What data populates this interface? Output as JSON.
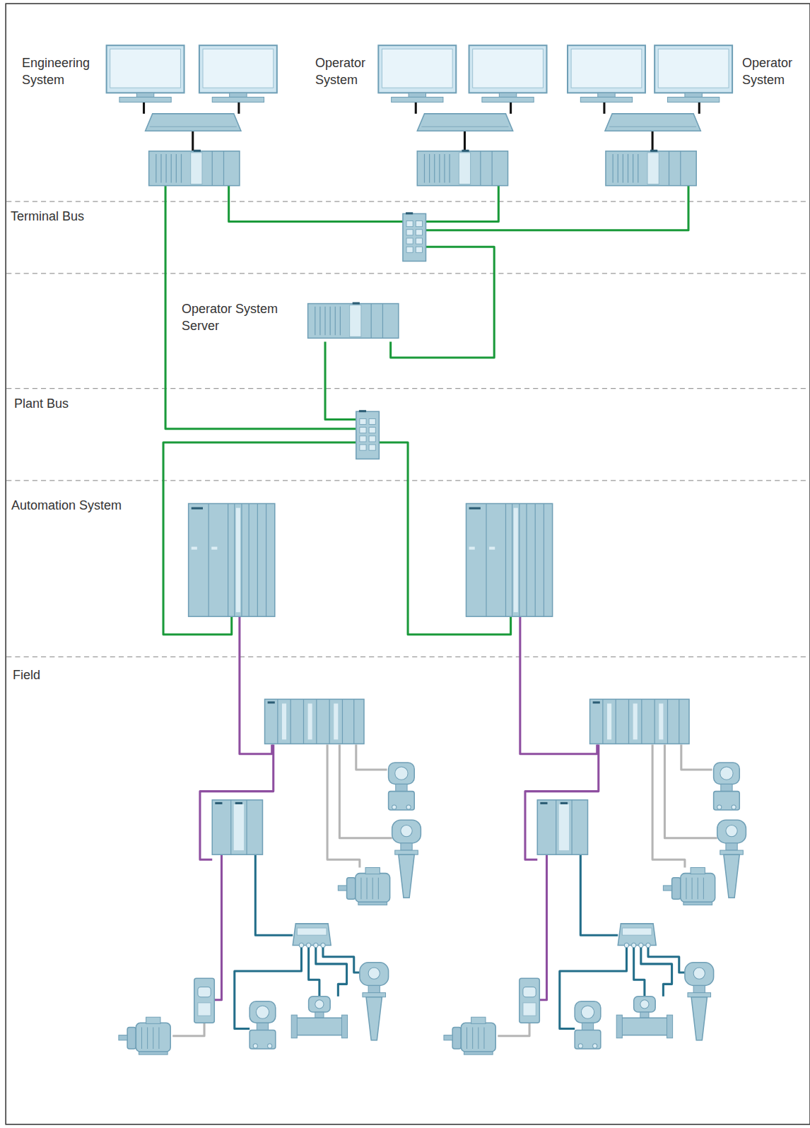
{
  "diagram": {
    "nodes": [
      {
        "text": [
          "Engineering System"
        ]
      },
      {
        "text": [
          "Operator System"
        ]
      },
      {
        "text": [
          "Operator System"
        ]
      },
      {
        "text": [
          "Operator System Server"
        ]
      }
    ],
    "labels": [
      "Terminal Bus",
      "Plant Bus",
      "Automation System",
      "Field"
    ]
  }
}
